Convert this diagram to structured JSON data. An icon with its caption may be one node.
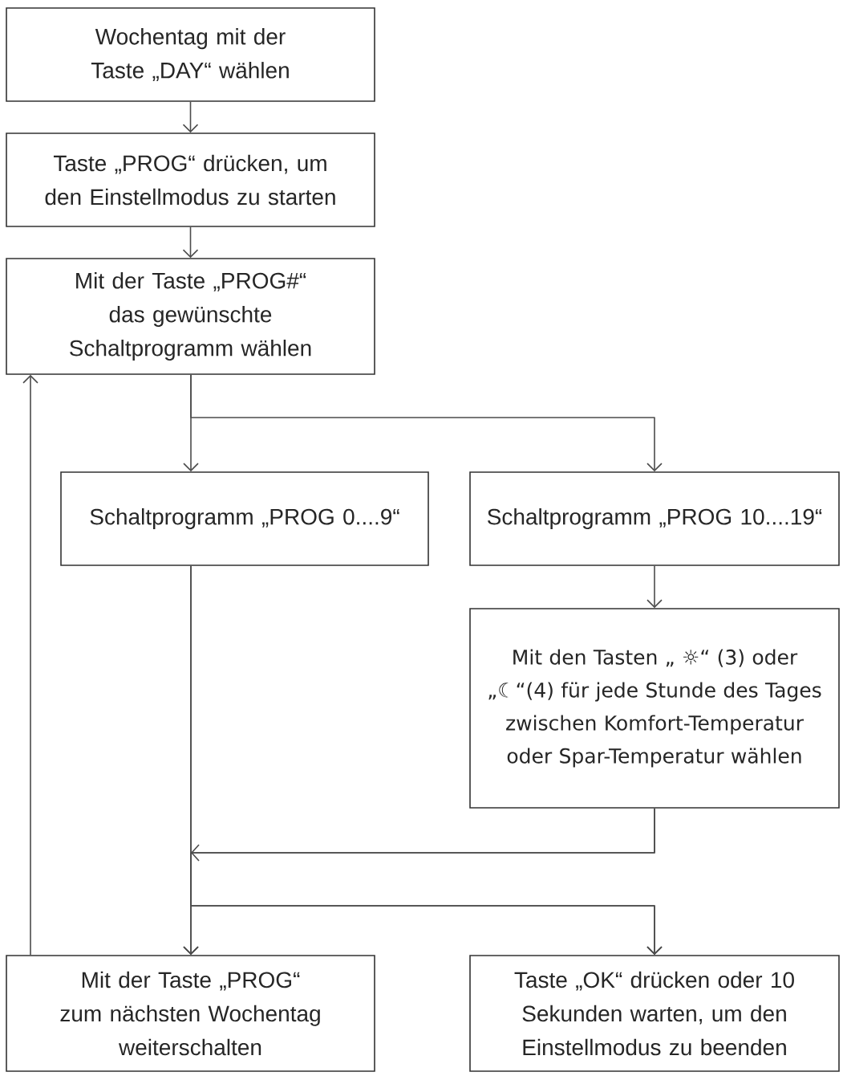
{
  "diagram": {
    "nodes": [
      {
        "text": [
          "Wochentag mit der Taste „DAY“ wählen"
        ]
      },
      {
        "text": [
          "Taste „PROG“ drücken, um den Einstellmodus zu starten"
        ]
      },
      {
        "text": [
          "Mit der Taste „PROG#“ das gewünschte Schaltprogramm wählen"
        ]
      },
      {
        "text": [
          "Schaltprogramm „PROG 0....9“"
        ]
      },
      {
        "text": [
          "Schaltprogramm „PROG 10....19“"
        ]
      },
      {
        "text": [
          "Mit den Tasten „ ☼“ (3) oder „☾“(4) für jede Stunde des Tages zwischen Komfort-Temperatur oder Spar-Temperatur wählen"
        ]
      },
      {
        "text": [
          "Mit der Taste „PROG“ zum nächsten Wochentag weiterschalten"
        ]
      },
      {
        "text": [
          "Taste „OK“ drücken oder 10 Sekunden warten, um den Einstellmodus zu beenden"
        ]
      }
    ],
    "edges": [
      {
        "from": 0,
        "to": 1,
        "arrow": "to"
      },
      {
        "from": 1,
        "to": 2,
        "arrow": "to"
      },
      {
        "from": 2,
        "to": 3,
        "arrow": "to"
      },
      {
        "from": 2,
        "to": 4,
        "arrow": "to"
      },
      {
        "from": 4,
        "to": 5,
        "arrow": "to"
      },
      {
        "from": 3,
        "to": 6,
        "arrow": "to"
      },
      {
        "from": 3,
        "to": 7,
        "arrow": "to"
      },
      {
        "from": 5,
        "to": 6,
        "arrow": "to"
      },
      {
        "from": 5,
        "to": 7,
        "arrow": "to"
      },
      {
        "from": 6,
        "to": 2,
        "arrow": "to"
      }
    ]
  }
}
